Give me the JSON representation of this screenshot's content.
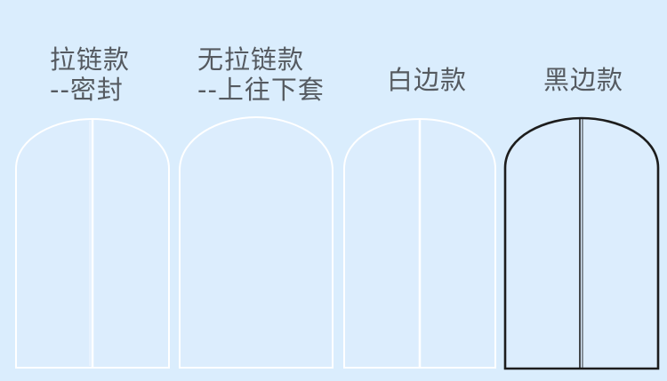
{
  "variants": [
    {
      "line1": "拉链款",
      "line2": "--密封",
      "style": "zipper"
    },
    {
      "line1": "无拉链款",
      "line2": "--上往下套",
      "style": "no-zipper"
    },
    {
      "line1": "白边款",
      "line2": "",
      "style": "white-edge"
    },
    {
      "line1": "黑边款",
      "line2": "",
      "style": "black-edge"
    }
  ],
  "colors": {
    "background": "#daedfd",
    "bag_fill": "#dcedfd",
    "white_edge": "#ffffff",
    "black_edge": "#1d1d1d",
    "label_text": "#555a60"
  }
}
